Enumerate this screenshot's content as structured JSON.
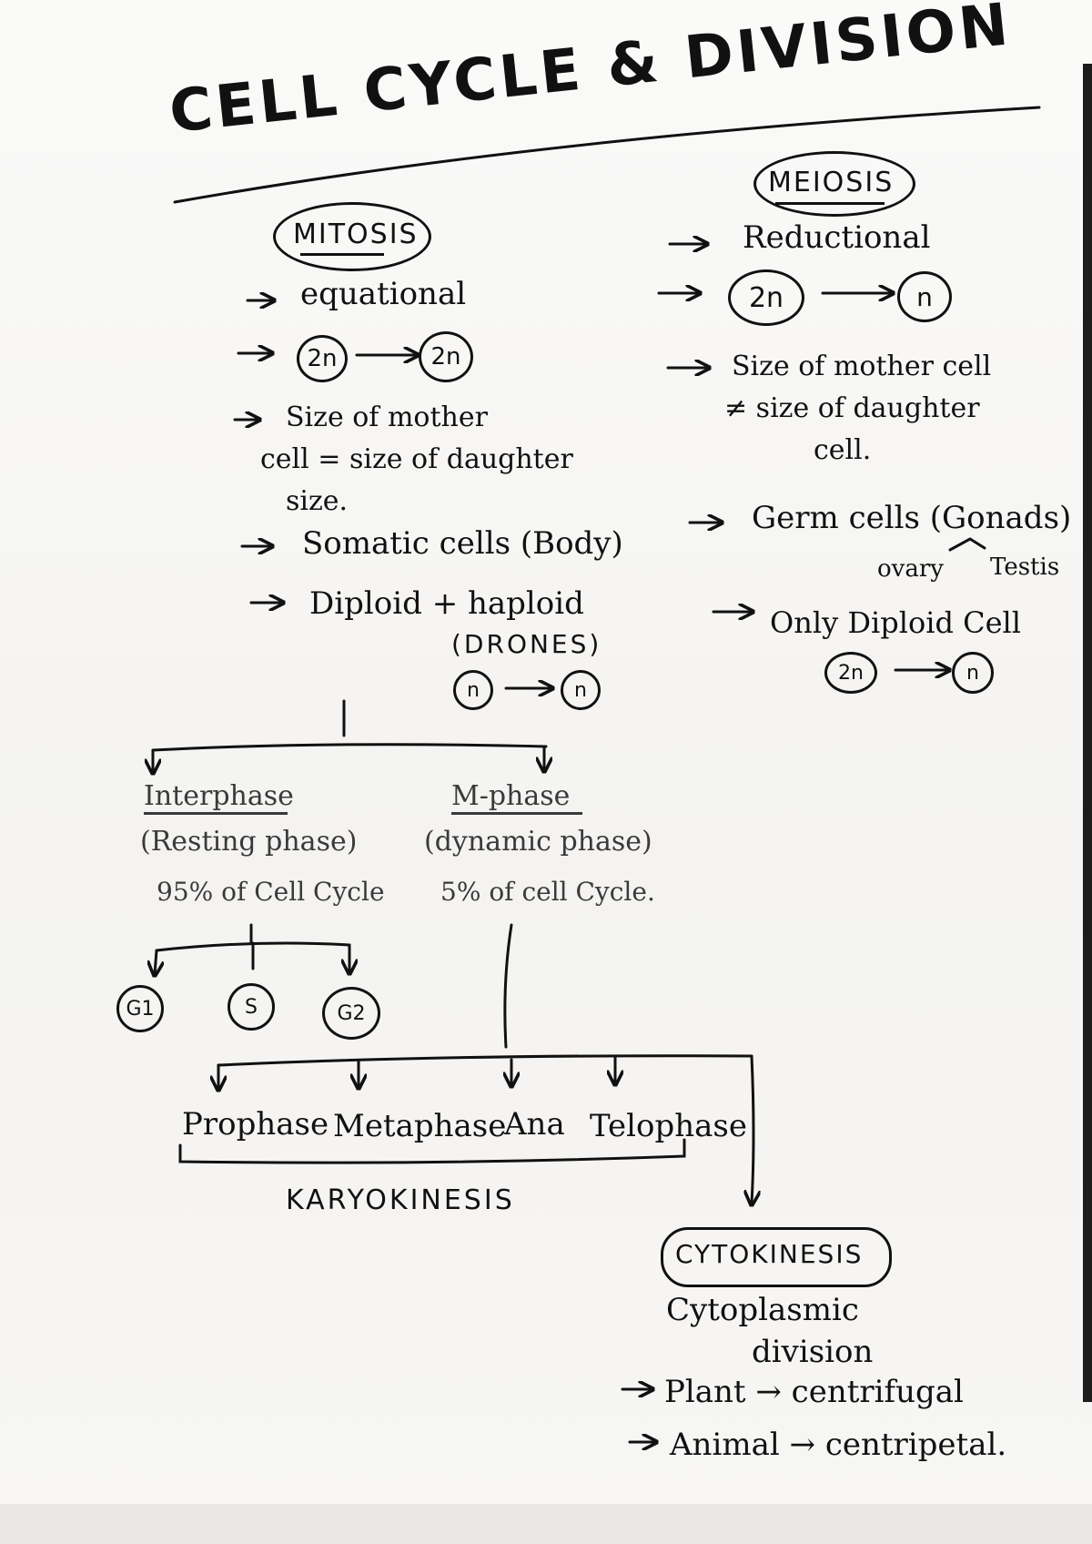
{
  "title": "CELL CYCLE & DIVISION",
  "mitosis": {
    "heading": "MITOSIS",
    "points": [
      "equational",
      "Size of mother",
      "cell = size of daughter",
      "size.",
      "Somatic cells (Body)",
      "Diploid + haploid",
      "(DRONES)"
    ],
    "ploidy_from": "2n",
    "ploidy_to": "2n",
    "haploid_from": "n",
    "haploid_to": "n"
  },
  "meiosis": {
    "heading": "MEIOSIS",
    "points": [
      "Reductional",
      "Size of mother cell",
      "≠ size of daughter",
      "cell.",
      "Germ cells (Gonads)",
      "ovary",
      "Testis",
      "Only Diploid Cell"
    ],
    "ploidy_from": "2n",
    "ploidy_to": "n",
    "diploid_from": "2n",
    "diploid_to": "n"
  },
  "interphase": {
    "label": "Interphase",
    "sub": "(Resting phase)",
    "percent": "95% of Cell Cycle",
    "stages": [
      "G1",
      "S",
      "G2"
    ]
  },
  "mphase": {
    "label": "M-phase",
    "sub": "(dynamic phase)",
    "percent": "5% of cell Cycle.",
    "stages": [
      "Prophase",
      "Metaphase",
      "Ana",
      "Telophase"
    ],
    "group_label": "KARYOKINESIS"
  },
  "cytokinesis": {
    "label": "CYTOKINESIS",
    "line1": "Cytoplasmic",
    "line2": "division",
    "plant": "Plant → centrifugal",
    "animal": "Animal → centripetal."
  }
}
